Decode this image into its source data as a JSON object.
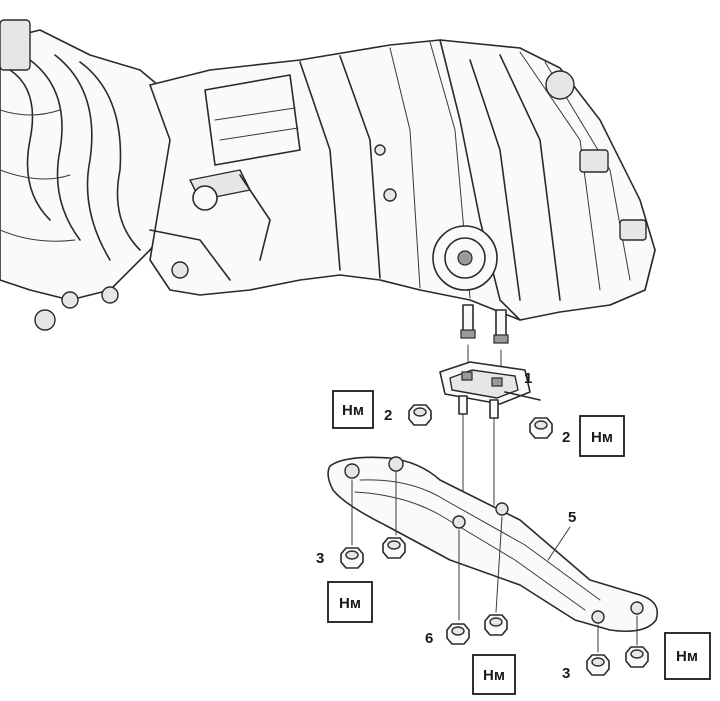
{
  "callouts": {
    "n1": "1",
    "n2_left": "2",
    "n2_right": "2",
    "n3_left": "3",
    "n3_bottom": "3",
    "n5": "5",
    "n6": "6"
  },
  "torque_label": "Нм",
  "torque_boxes": {
    "t1": "Нм",
    "t2": "Нм",
    "t3": "Нм",
    "t4": "Нм",
    "t5": "Нм"
  },
  "icons": {
    "transmission": "transmission-assembly-icon",
    "mount": "rubber-mount-icon",
    "crossmember": "crossmember-bracket-icon",
    "nut": "hex-nut-icon"
  }
}
